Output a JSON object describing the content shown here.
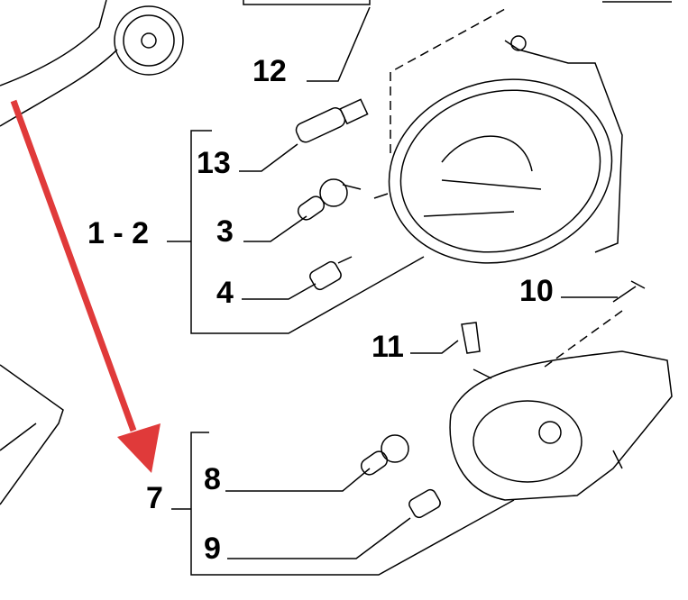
{
  "callouts": {
    "p12": "12",
    "p13": "13",
    "p3": "3",
    "p4": "4",
    "p12group": "1 - 2",
    "p10": "10",
    "p11": "11",
    "p7": "7",
    "p8": "8",
    "p9": "9"
  },
  "colors": {
    "arrow": "#e03a3a",
    "line": "#000000"
  }
}
